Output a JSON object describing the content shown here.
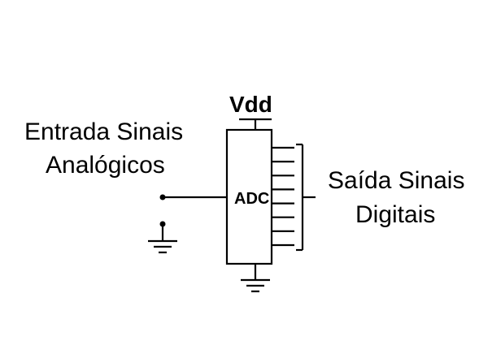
{
  "input_label": {
    "line1": "Entrada Sinais",
    "line2": "Analógicos"
  },
  "output_label": {
    "line1": "Saída Sinais",
    "line2": "Digitais"
  },
  "supply_label": "Vdd",
  "converter_label": "ADC",
  "output_bits": 8,
  "colors": {
    "stroke": "#000000",
    "background": "#ffffff"
  }
}
